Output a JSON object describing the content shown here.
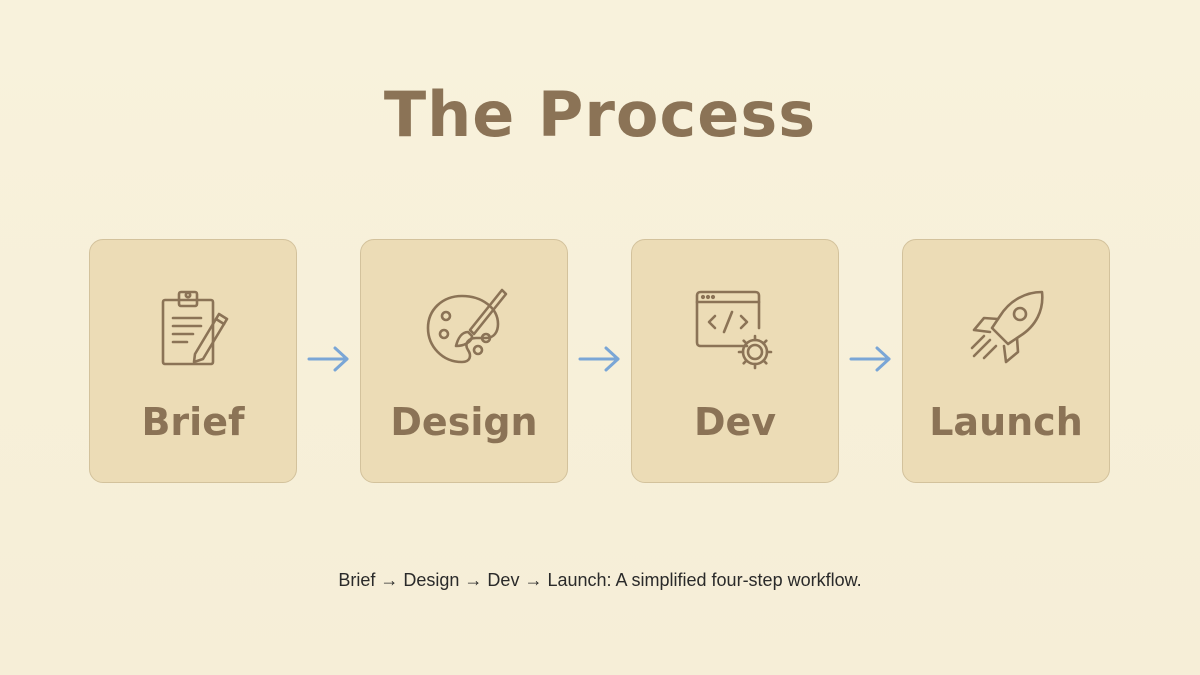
{
  "title": "The Process",
  "steps": [
    {
      "label": "Brief",
      "icon": "clipboard-pencil-icon"
    },
    {
      "label": "Design",
      "icon": "paint-palette-icon"
    },
    {
      "label": "Dev",
      "icon": "code-window-gear-icon"
    },
    {
      "label": "Launch",
      "icon": "rocket-icon"
    }
  ],
  "caption": "Brief → Design → Dev → Launch: A simplified four-step workflow.",
  "colors": {
    "background": "#f7f0da",
    "card": "#ecdcb6",
    "card_border": "#d3c29c",
    "text": "#8b7356",
    "arrow": "#7aa6d6",
    "caption": "#2a2a2a"
  }
}
